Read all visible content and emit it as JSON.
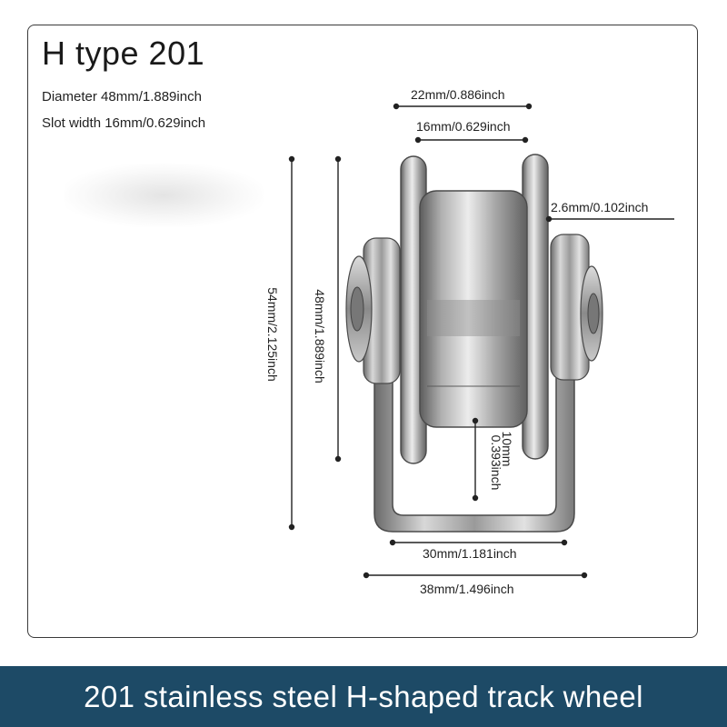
{
  "title": "H type 201",
  "specs": {
    "diameter": "Diameter 48mm/1.889inch",
    "slot_width": "Slot width 16mm/0.629inch"
  },
  "dimensions": {
    "top_outer_width": "22mm/0.886inch",
    "top_inner_width": "16mm/0.629inch",
    "plate_thickness": "2.6mm/0.102inch",
    "overall_height": "54mm/2.125inch",
    "wheel_diameter": "48mm/1.889inch",
    "slot_depth_mm": "10mm",
    "slot_depth_inch": "0.393inch",
    "bracket_inner_width": "30mm/1.181inch",
    "bracket_outer_width": "38mm/1.496inch"
  },
  "footer": "201 stainless steel H-shaped track wheel",
  "colors": {
    "footer_background": "#1d4a66",
    "border": "#3a3a3a"
  }
}
